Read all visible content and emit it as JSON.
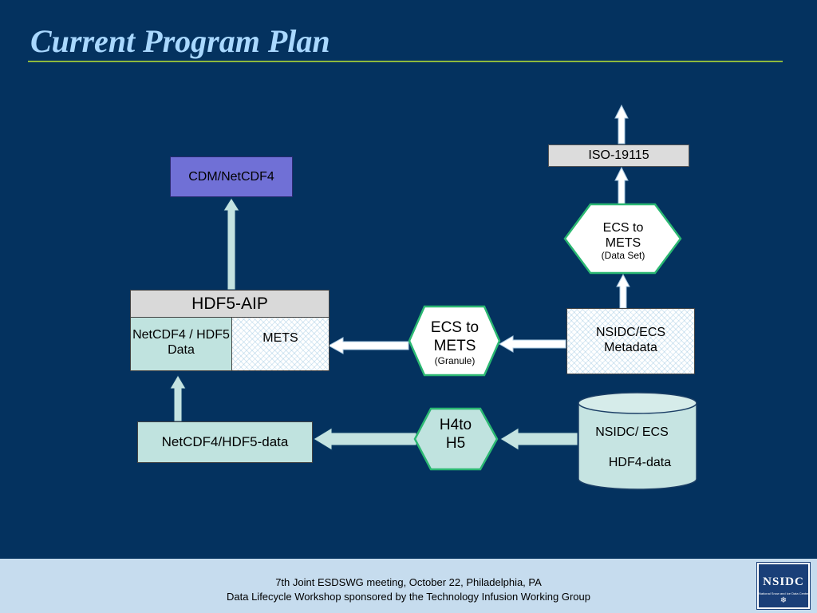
{
  "slide": {
    "title": "Current Program Plan",
    "colors": {
      "background": "#04325f",
      "title": "#a9d8ff",
      "rule": "#8eb83c",
      "arrow": "#c4e3e1"
    }
  },
  "nodes": {
    "cdm": "CDM/NetCDF4",
    "iso": "ISO-19115",
    "ecs_dataset": {
      "line1": "ECS to",
      "line2": "METS",
      "sub": "(Data Set)"
    },
    "aip": {
      "header": "HDF5-AIP",
      "data": "NetCDF4 / HDF5 Data",
      "mets": "METS"
    },
    "ecs_granule": {
      "line1": "ECS to",
      "line2": "METS",
      "sub": "(Granule)"
    },
    "nsidc_meta": "NSIDC/ECS Metadata",
    "netcdf_data": "NetCDF4/HDF5-data",
    "h4to5": {
      "line1": "H4to",
      "line2": "H5"
    },
    "db": {
      "line1": "NSIDC/ ECS",
      "line2": "HDF4-data"
    }
  },
  "footer": {
    "line1": "7th Joint ESDSWG meeting, October 22, Philadelphia, PA",
    "line2": "Data Lifecycle Workshop sponsored by the Technology Infusion Working Group",
    "logo_text": "NSIDC",
    "logo_tagline": "National Snow and Ice Data Center"
  }
}
